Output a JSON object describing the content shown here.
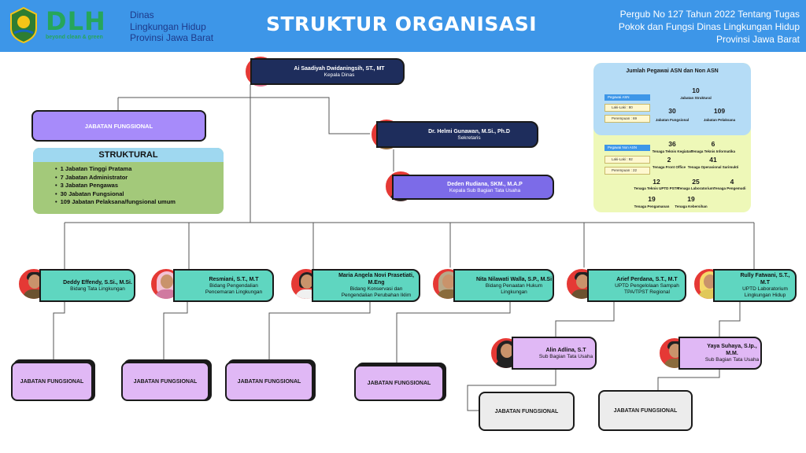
{
  "header": {
    "logo_text": "DLH",
    "logo_tagline": "beyond clean & green",
    "agency_line1": "Dinas",
    "agency_line2": "Lingkungan Hidup",
    "agency_line3": "Provinsi Jawa Barat",
    "title": "STRUKTUR ORGANISASI",
    "regulation_line1": "Pergub No 127 Tahun 2022 Tentang Tugas",
    "regulation_line2": "Pokok dan Fungsi  Dinas Lingkungan Hidup",
    "regulation_line3": "Provinsi Jawa Barat"
  },
  "head": {
    "name": "Ai Saadiyah Dwidaningsih, ST., MT",
    "role": "Kepala Dinas"
  },
  "secretary": {
    "name": "Dr. Helmi Gunawan, M.Si., Ph.D",
    "role": "Sekretaris"
  },
  "subsection": {
    "name": "Deden Rudiana, SKM., M.A.P",
    "role": "Kepala Sub Bagian Tata Usaha"
  },
  "jabatan_fungsional_label": "JABATAN FUNGSIONAL",
  "structural": {
    "title": "STRUKTURAL",
    "items": [
      "1 Jabatan Tinggi Pratama",
      "7 Jabatan Administrator",
      "3 Jabatan Pengawas",
      "30 Jabatan Fungsional",
      "109 Jabatan Pelaksana/fungsional umum"
    ]
  },
  "staff_stats": {
    "title": "Jumlah Pegawai ASN dan Non ASN",
    "asn_label": "Pegawai ASN",
    "asn_male": "Laki-Laki : 80",
    "asn_female": "Perempuan : 69",
    "struktural_num": "10",
    "struktural_lbl": "Jabatan Struktural",
    "fungsional_num": "30",
    "fungsional_lbl": "Jabatan Fungsional",
    "pelaksana_num": "109",
    "pelaksana_lbl": "Jabatan Pelaksana",
    "nonasn_label": "Pegawai Non ASN",
    "nonasn_male": "Laki-Laki : 92",
    "nonasn_female": "Perempuan : 22",
    "items": [
      {
        "num": "36",
        "label": "Tenaga Teknis Kegiatan"
      },
      {
        "num": "6",
        "label": "Tenaga Teknis Informatika"
      },
      {
        "num": "2",
        "label": "Tenaga Front Office"
      },
      {
        "num": "41",
        "label": "Tenaga Operasional Sarimukti"
      },
      {
        "num": "12",
        "label": "Tenaga Teknis UPTD PSTR"
      },
      {
        "num": "25",
        "label": "Tenaga Laboratorium"
      },
      {
        "num": "4",
        "label": "Tenaga Pengemudi"
      },
      {
        "num": "19",
        "label": "Tenaga Pengamanan"
      },
      {
        "num": "19",
        "label": "Tenaga Kebersihan"
      }
    ]
  },
  "divisions": [
    {
      "name": "Deddy Effendy, S.Si., M.Si.",
      "role": "Bidang Tata Lingkungan"
    },
    {
      "name": "Resmiani, S.T., M.T",
      "role": "Bidang Pengendalian Pencemaran Lingkungan"
    },
    {
      "name": "Maria Angela Novi Prasetiati, M.Eng",
      "role": "Bidang Konservasi dan Pengendalian Perubahan Iklim"
    },
    {
      "name": "Nita Nilawati Walla, S.P., M.Si",
      "role": "Bidang Penaatan Hukum Lingkungan"
    },
    {
      "name": "Arief Perdana, S.T., M.T",
      "role": "UPTD Pengelolaan Sampah TPA/TPST Regional"
    },
    {
      "name": "Rully Fatwani, S.T., M.T",
      "role": "UPTD Laboratorium Lingkungan Hidup"
    }
  ],
  "sub_units": [
    {
      "name": "Alin Adlina, S.T",
      "role": "Sub Bagian Tata Usaha"
    },
    {
      "name": "Yaya Suhaya, S.Ip., M.M.",
      "role": "Sub Bagian Tata Usaha"
    }
  ],
  "colors": {
    "header": "#3d96e8",
    "navy": "#1e2d5c",
    "purple": "#7c6be8",
    "teal": "#5fd6c0",
    "lavender": "#e0b8f5",
    "avatar_bg": "#e53935"
  }
}
